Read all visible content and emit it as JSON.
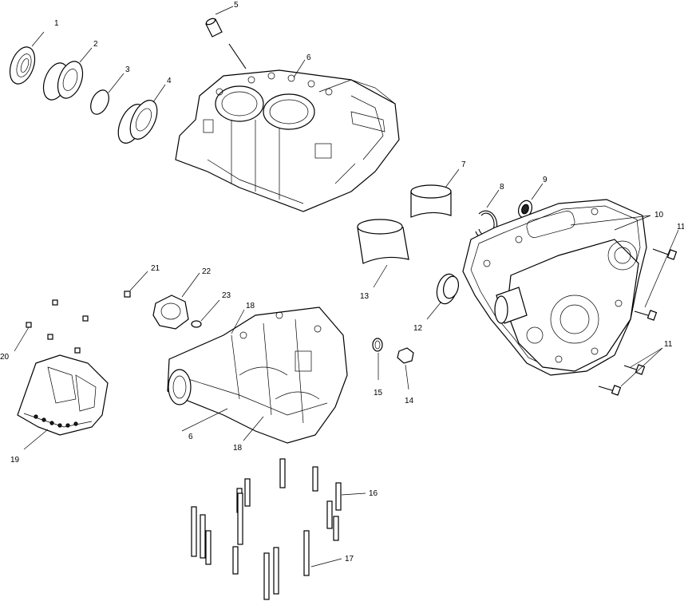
{
  "callouts": {
    "c1": "1",
    "c2": "2",
    "c3": "3",
    "c4": "4",
    "c5": "5",
    "c6a": "6",
    "c7": "7",
    "c8": "8",
    "c9": "9",
    "c10": "10",
    "c11a": "11",
    "c11b": "11",
    "c12": "12",
    "c13": "13",
    "c14": "14",
    "c15": "15",
    "c16": "16",
    "c17": "17",
    "c18a": "18",
    "c18b": "18",
    "c19": "19",
    "c20": "20",
    "c21": "21",
    "c22": "22",
    "c23": "23",
    "c6b": "6"
  }
}
